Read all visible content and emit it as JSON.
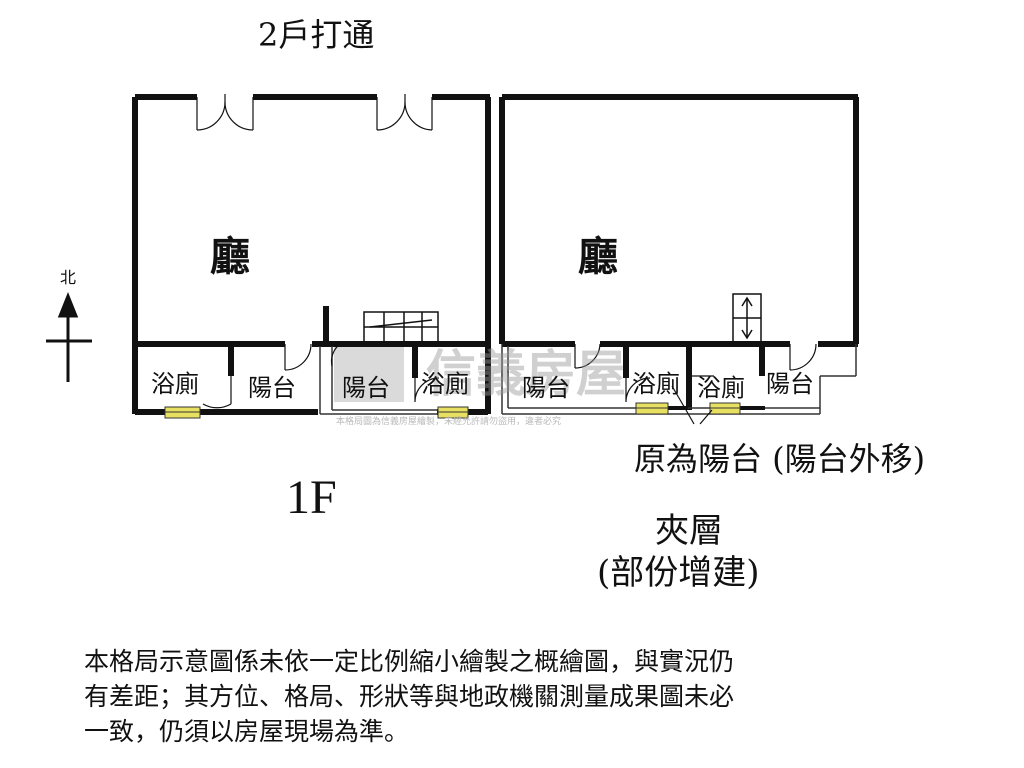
{
  "title": "2戶打通",
  "floor_label": "1F",
  "compass": {
    "label": "北"
  },
  "rooms": {
    "left_hall": "廳",
    "right_hall": "廳",
    "bath_1": "浴廁",
    "balcony_1": "陽台",
    "balcony_2": "陽台",
    "bath_2": "浴廁",
    "balcony_3": "陽台",
    "bath_3": "浴廁",
    "bath_4": "浴廁",
    "balcony_4": "陽台"
  },
  "note": "原為陽台 (陽台外移)",
  "mezzanine": {
    "line1": "夾層",
    "line2": "(部份增建)"
  },
  "disclaimer": {
    "line1": "本格局示意圖係未依一定比例縮小繪製之概繪圖，與實況仍",
    "line2": "有差距；其方位、格局、形狀等與地政機關測量成果圖未必",
    "line3": "一致，仍須以房屋現場為準。"
  },
  "watermark": {
    "logo": "信義房屋",
    "text": "本格局圖為信義房屋繪製，未經允許請勿盜用，違者必究"
  },
  "colors": {
    "wall": "#111111",
    "window": "#e8e060",
    "thin_wall": "#333333"
  }
}
